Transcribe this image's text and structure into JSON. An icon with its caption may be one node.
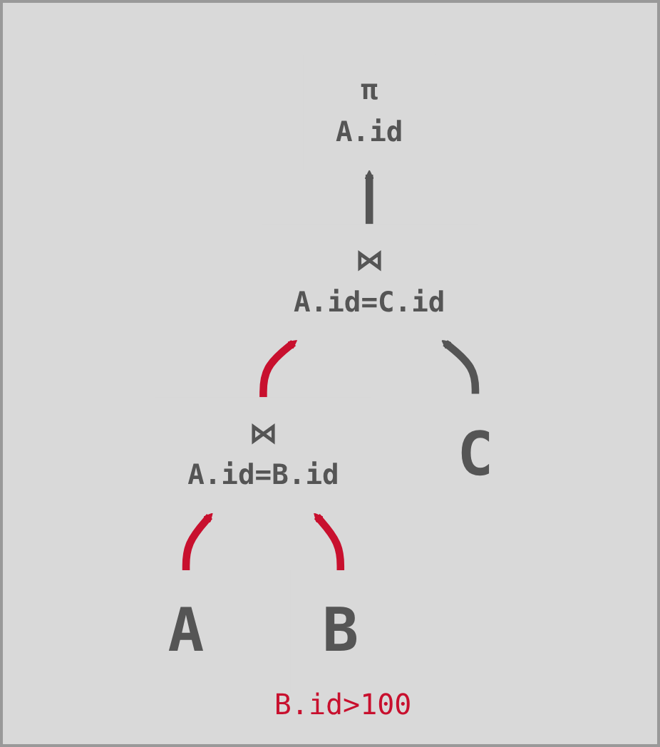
{
  "diagram": {
    "nodes": [
      {
        "text": [
          "π",
          "A.id"
        ]
      },
      {
        "text": [
          "⋈",
          "A.id=C.id"
        ]
      },
      {
        "text": [
          "⋈",
          "A.id=B.id"
        ]
      },
      {
        "text": [
          "A"
        ]
      },
      {
        "text": [
          "B"
        ],
        "beside": [
          "B.id>100"
        ]
      },
      {
        "text": [
          "C"
        ]
      }
    ],
    "edges": [
      {
        "from": 3,
        "to": 2,
        "arrow": "to"
      },
      {
        "from": 4,
        "to": 2,
        "arrow": "to"
      },
      {
        "from": 2,
        "to": 1,
        "arrow": "to"
      },
      {
        "from": 5,
        "to": 1,
        "arrow": "to",
        "color": "#555555"
      },
      {
        "from": 1,
        "to": 0,
        "arrow": "to",
        "color": "#555555"
      }
    ]
  }
}
